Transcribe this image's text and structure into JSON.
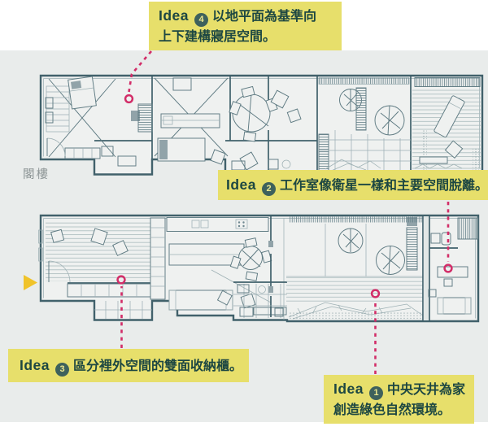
{
  "colors": {
    "background": "#ffffff",
    "canvas_band": "#e9eceb",
    "callout_bg": "#e7df6b",
    "callout_text": "#1d4742",
    "badge_bg": "#3e615c",
    "badge_text": "#ece78f",
    "connector": "#d22d68",
    "plan_line": "#5e7a82",
    "plan_wall": "#41616b",
    "plan_fill": "#eff1f0",
    "arrow": "#f0c32a",
    "floor_label": "#8e9697"
  },
  "floor_label": "閣樓",
  "callouts": {
    "idea4": {
      "prefix": "Idea",
      "number": "4",
      "line1": "以地平面為基準向",
      "line2": "上下建構寢居空間。"
    },
    "idea2": {
      "prefix": "Idea",
      "number": "2",
      "line1": "工作室像衛星一樣和主要空間脫離。"
    },
    "idea3": {
      "prefix": "Idea",
      "number": "3",
      "line1": "區分裡外空間的雙面收納櫃。"
    },
    "idea1": {
      "prefix": "Idea",
      "number": "1",
      "line1": "中央天井為家",
      "line2": "創造綠色自然環境。"
    }
  }
}
